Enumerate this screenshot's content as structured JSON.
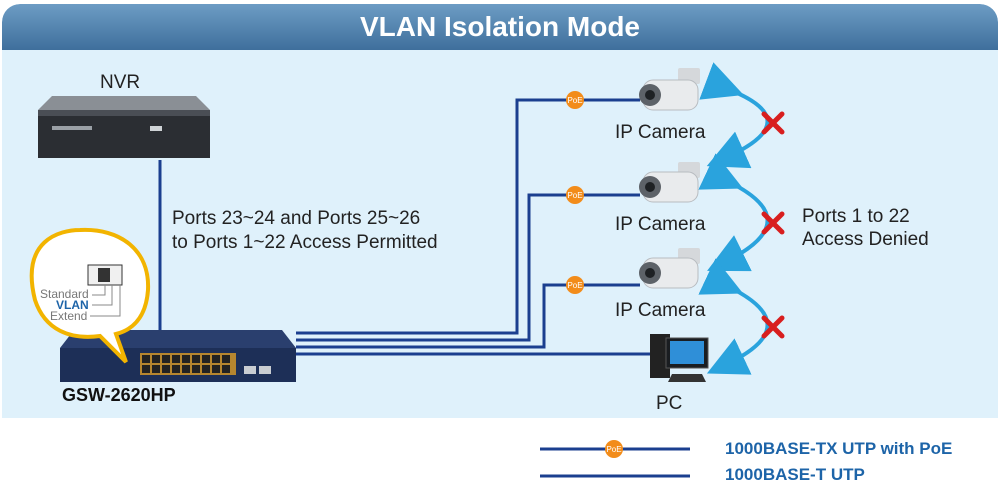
{
  "title": "VLAN Isolation Mode",
  "devices": {
    "nvr_label": "NVR",
    "camera_labels": [
      "IP Camera",
      "IP Camera",
      "IP Camera"
    ],
    "pc_label": "PC",
    "switch_label": "GSW-2620HP"
  },
  "annotations": {
    "permitted_line1": "Ports 23~24 and Ports 25~26",
    "permitted_line2": "to Ports 1~22 Access Permitted",
    "denied_line1": "Ports 1 to 22",
    "denied_line2": "Access Denied"
  },
  "mode_switch": {
    "standard": "Standard",
    "vlan": "VLAN",
    "extend": "Extend"
  },
  "poe_badge": "PoE",
  "legend": {
    "poe_line": "1000BASE-TX UTP with PoE",
    "utp_line": "1000BASE-T UTP"
  },
  "colors": {
    "line": "#1b3f8f",
    "poe_badge": "#f28c1a",
    "denied_x": "#d81e1e",
    "arrow": "#2aa3dd",
    "title_bar": "#4f7fab"
  }
}
